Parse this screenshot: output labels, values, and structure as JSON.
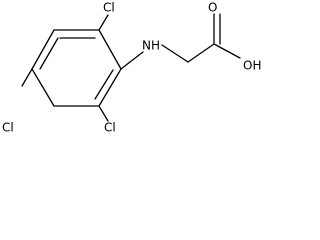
{
  "structure": {
    "atoms": {
      "cl_top": "Cl",
      "cl_bottom_right": "Cl",
      "cl_para": "Cl",
      "amine": "NH",
      "hydroxyl": "OH",
      "carbonyl_oxygen": "O"
    }
  }
}
